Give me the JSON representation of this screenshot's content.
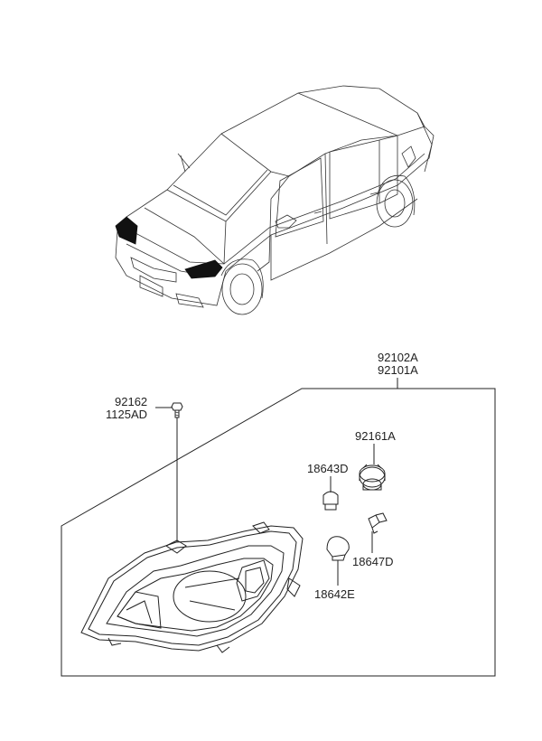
{
  "labels": {
    "assembly_top": "92102A",
    "assembly_bottom": "92101A",
    "screw_top": "92162",
    "screw_bottom": "1125AD",
    "socket": "92161A",
    "bulb_small": "18643D",
    "bulb_large": "18642E",
    "bulb_wedge": "18647D"
  },
  "colors": {
    "line": "#222222",
    "background": "#ffffff"
  }
}
